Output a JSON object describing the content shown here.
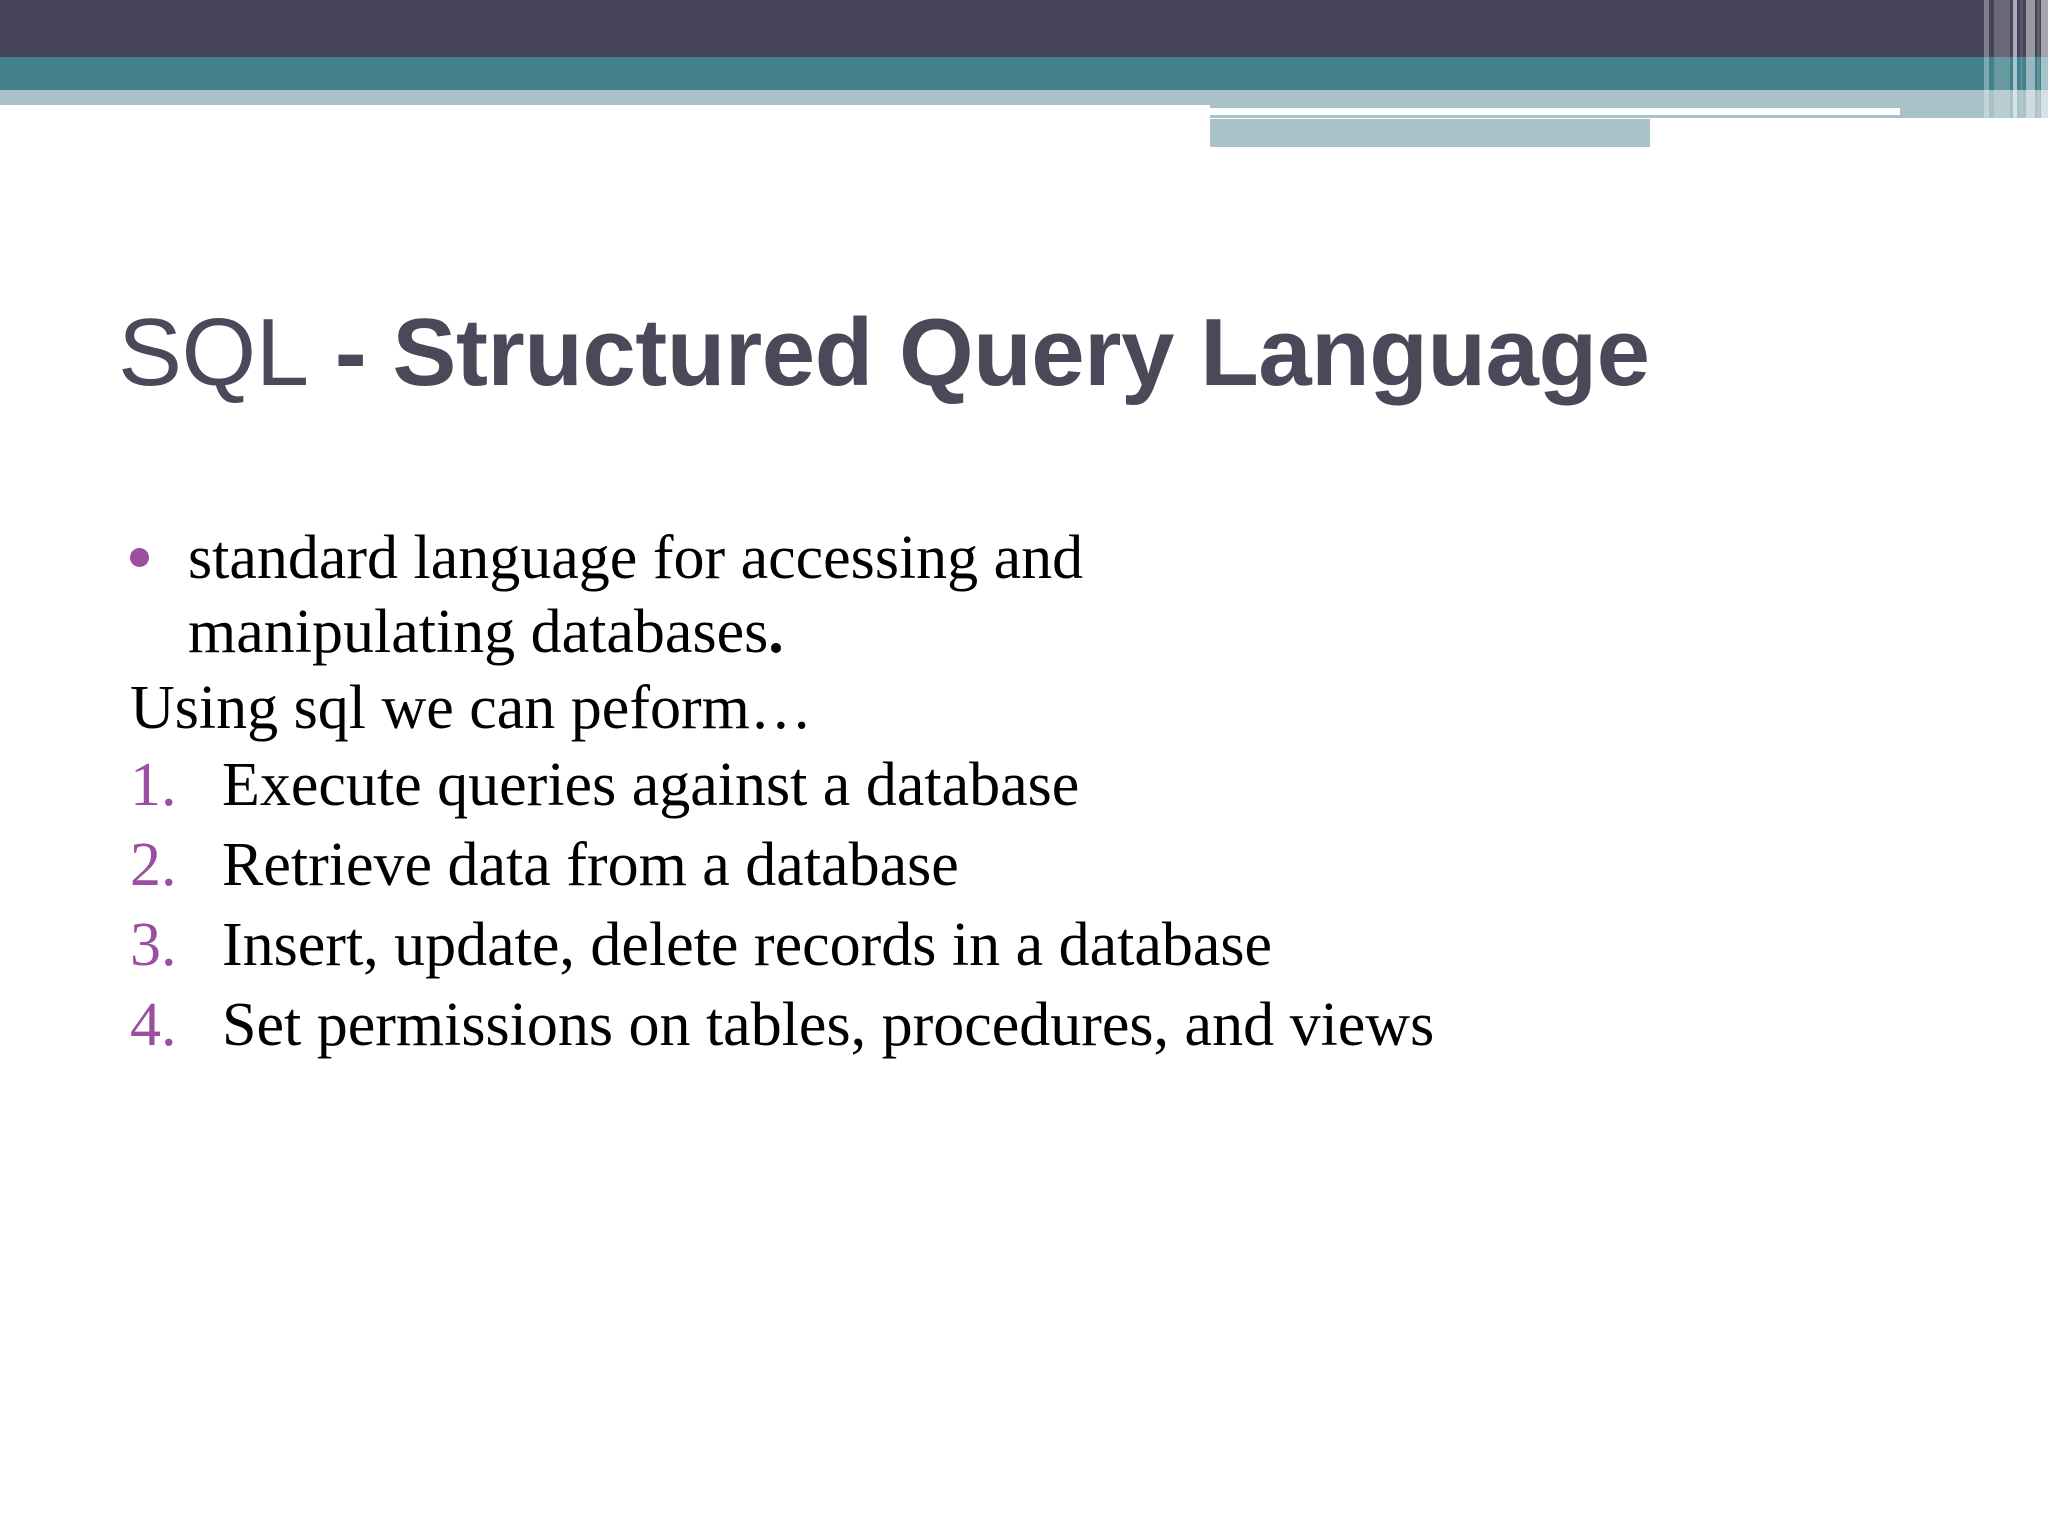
{
  "slide": {
    "title": {
      "light_part": "SQL",
      "bold_part": " - Structured Query Language",
      "full": "SQL - Structured Query Language"
    },
    "body": {
      "bullets": [
        {
          "marker": "bullet-dot",
          "text": "standard language for accessing and manipulating databases",
          "trailing": "."
        }
      ],
      "lead_in": "Using sql we can peform…",
      "numbered_items": [
        {
          "number": "1.",
          "text": "Execute queries against a database"
        },
        {
          "number": "2.",
          "text": "Retrieve data from a database"
        },
        {
          "number": "3.",
          "text": "Insert, update, delete records in a database"
        },
        {
          "number": "4.",
          "text": "Set permissions on tables, procedures, and views"
        }
      ]
    },
    "theme": {
      "band_dark": "#454458",
      "band_teal": "#42808a",
      "band_light": "#a8c2c8",
      "title_color": "#494959",
      "accent_purple": "#9a4fa0",
      "body_color": "#000000",
      "background": "#ffffff"
    }
  }
}
